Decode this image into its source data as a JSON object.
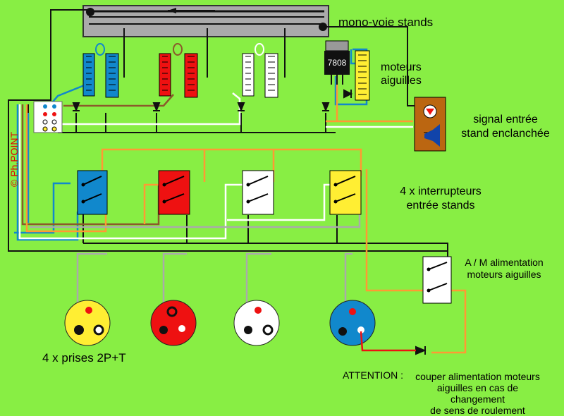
{
  "labels": {
    "track": "mono-voie stands",
    "motors": "moteurs\naiguilles",
    "signal": "signal entrée\nstand enclanchée",
    "switches": "4 x interrupteurs\nentrée stands",
    "am_switch": "A / M alimentation\nmoteurs aiguilles",
    "sockets": "4 x prises 2P+T",
    "attention_prefix": "ATTENTION :",
    "attention_text": "couper alimentation moteurs\naiguilles en cas de changement\nde sens de roulement",
    "regulator": "7808",
    "credit": "© Ph.POINT"
  },
  "colors": {
    "background": "#88ee44",
    "blue": "#1188cc",
    "red": "#ee1111",
    "white": "#ffffff",
    "yellow": "#ffee33",
    "orange": "#ff9933",
    "brown": "#8b5a2b",
    "gray": "#aaaaaa",
    "black": "#000000",
    "signal_box": "#bb6611"
  }
}
